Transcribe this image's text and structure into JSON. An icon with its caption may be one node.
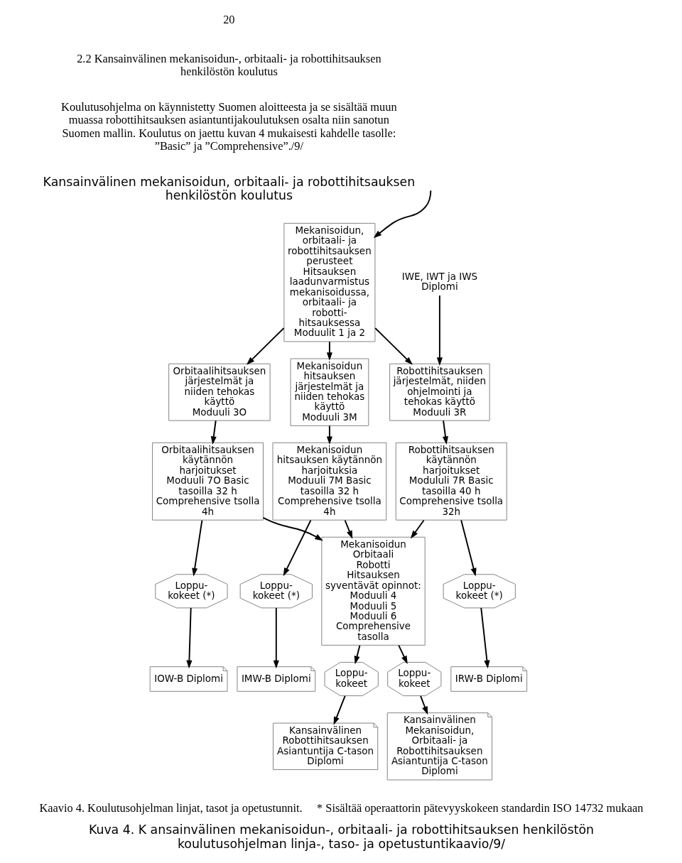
{
  "diagram": {
    "title": "Kansainvälinen mekanisoidun, orbitaali- ja robottihitsauksen henkilöstön koulutus",
    "caption": "Kuva 4. K ansainvälinen mekanisoidun-, orbitaali- ja robottihitsauksen henkilöstön koulutusohjelman linja-, taso- ja opetustuntikaavio/9/",
    "nodes": [
      {
        "text": [
          "Mekanisoidun, orbitaali- ja robottihitsauksen perusteet",
          "Hitsauksen laadunvarmistus mekanisoidussa, orbitaali- ja robotti- hitsauksessa Moduulit 1 ja 2"
        ]
      },
      {
        "text": [
          "Mekanisoidun hitsauksen järjestelmät ja niiden tehokas käyttö",
          "Moduuli 3M"
        ]
      },
      {
        "text": [
          "Orbitaalihitsauksen järjestelmät ja niiden tehokas käyttö",
          "Moduuli 3O"
        ]
      },
      {
        "text": [
          "Robottihitsauksen järjestelmät, niiden ohjelmointi ja tehokas käyttö",
          "Moduuli 3R"
        ]
      },
      {
        "text": [
          "Mekanisoidun hitsauksen käytännön harjoituksia",
          "Moduuli 7M Basic tasoilla 32 h Comprehensive tsolla 4h"
        ]
      },
      {
        "text": [
          "Orbitaalihitsauksen käytännön harjoitukset",
          "Moduuli 7O Basic tasoilla 32 h Comprehensive tsolla 4h"
        ]
      },
      {
        "text": [
          "Robottihitsauksen käytännön harjoitukset",
          "Modululi 7R Basic tasoilla 40 h Comprehensive tsolla 32h"
        ]
      },
      {
        "text": [
          "Loppu- kokeet (*)"
        ]
      },
      {
        "text": [
          "IMW-B Diplomi"
        ]
      },
      {
        "text": [
          "Loppu- kokeet (*)"
        ]
      },
      {
        "text": [
          "IOW-B Diplomi"
        ]
      },
      {
        "text": [
          "Loppu- kokeet (*)"
        ]
      },
      {
        "text": [
          "IRW-B Diplomi"
        ]
      },
      {
        "text": [
          "Mekanisoidun",
          "Orbitaali",
          "Robotti",
          "Hitsauksen syventävät opinnot:",
          "Moduuli 4",
          "Moduuli 5",
          "Moduuli 6",
          "Comprehensive tasolla"
        ]
      },
      {
        "text": [
          "Loppu- kokeet"
        ]
      },
      {
        "text": [
          "Kansainvälinen Mekanisoidun, Orbitaali- ja Robottihitsauksen Asiantuntija C-tason Diplomi"
        ]
      },
      {
        "text": [
          "Loppu- kokeet"
        ]
      },
      {
        "text": [
          "Kansainvälinen Robottihitsauksen Asiantuntija C-tason Diplomi"
        ]
      },
      {
        "text": [
          "IWE, IWT ja IWS Diplomi"
        ]
      }
    ],
    "edges": [
      {
        "from": null,
        "to": 0,
        "arrow": "to"
      },
      {
        "from": 0,
        "to": 1,
        "arrow": "to"
      },
      {
        "from": 0,
        "to": 2,
        "arrow": "to"
      },
      {
        "from": 0,
        "to": 3,
        "arrow": "to"
      },
      {
        "from": 1,
        "to": 4,
        "arrow": "to"
      },
      {
        "from": 2,
        "to": 5,
        "arrow": "to"
      },
      {
        "from": 3,
        "to": 6,
        "arrow": "to"
      },
      {
        "from": 4,
        "to": 13,
        "arrow": "to"
      },
      {
        "from": 4,
        "to": 7,
        "arrow": "to"
      },
      {
        "from": 7,
        "to": 8,
        "arrow": "to"
      },
      {
        "from": 5,
        "to": 13,
        "arrow": "to"
      },
      {
        "from": 5,
        "to": 9,
        "arrow": "to"
      },
      {
        "from": 9,
        "to": 10,
        "arrow": "to"
      },
      {
        "from": 6,
        "to": 13,
        "arrow": "to"
      },
      {
        "from": 6,
        "to": 11,
        "arrow": "to"
      },
      {
        "from": 11,
        "to": 12,
        "arrow": "to"
      },
      {
        "from": 13,
        "to": 14,
        "arrow": "to"
      },
      {
        "from": 14,
        "to": 15,
        "arrow": "to"
      },
      {
        "from": 13,
        "to": 16,
        "arrow": "to"
      },
      {
        "from": 16,
        "to": 17,
        "arrow": "to"
      },
      {
        "from": 18,
        "to": 3,
        "arrow": "to"
      }
    ],
    "labels": [
      "20",
      "2.2 Kansainvälinen mekanisoidun-, orbitaali- ja robottihitsauksen henkilöstön koulutus",
      "Koulutusohjelma on käynnistetty Suomen aloitteesta ja se sisältää muun muassa robottihitsauksen asiantuntijakoulutuksen osalta niin sanotun Suomen mallin. Koulutus on jaettu kuvan 4 mukaisesti kahdelle tasolle: ”Basic” ja ”Comprehensive”./9/",
      "Kaavio 4. Koulutusohjelman linjat, tasot ja opetustunnit.",
      "* Sisältää operaattorin pätevyyskokeen standardin ISO 14732 mukaan"
    ]
  }
}
